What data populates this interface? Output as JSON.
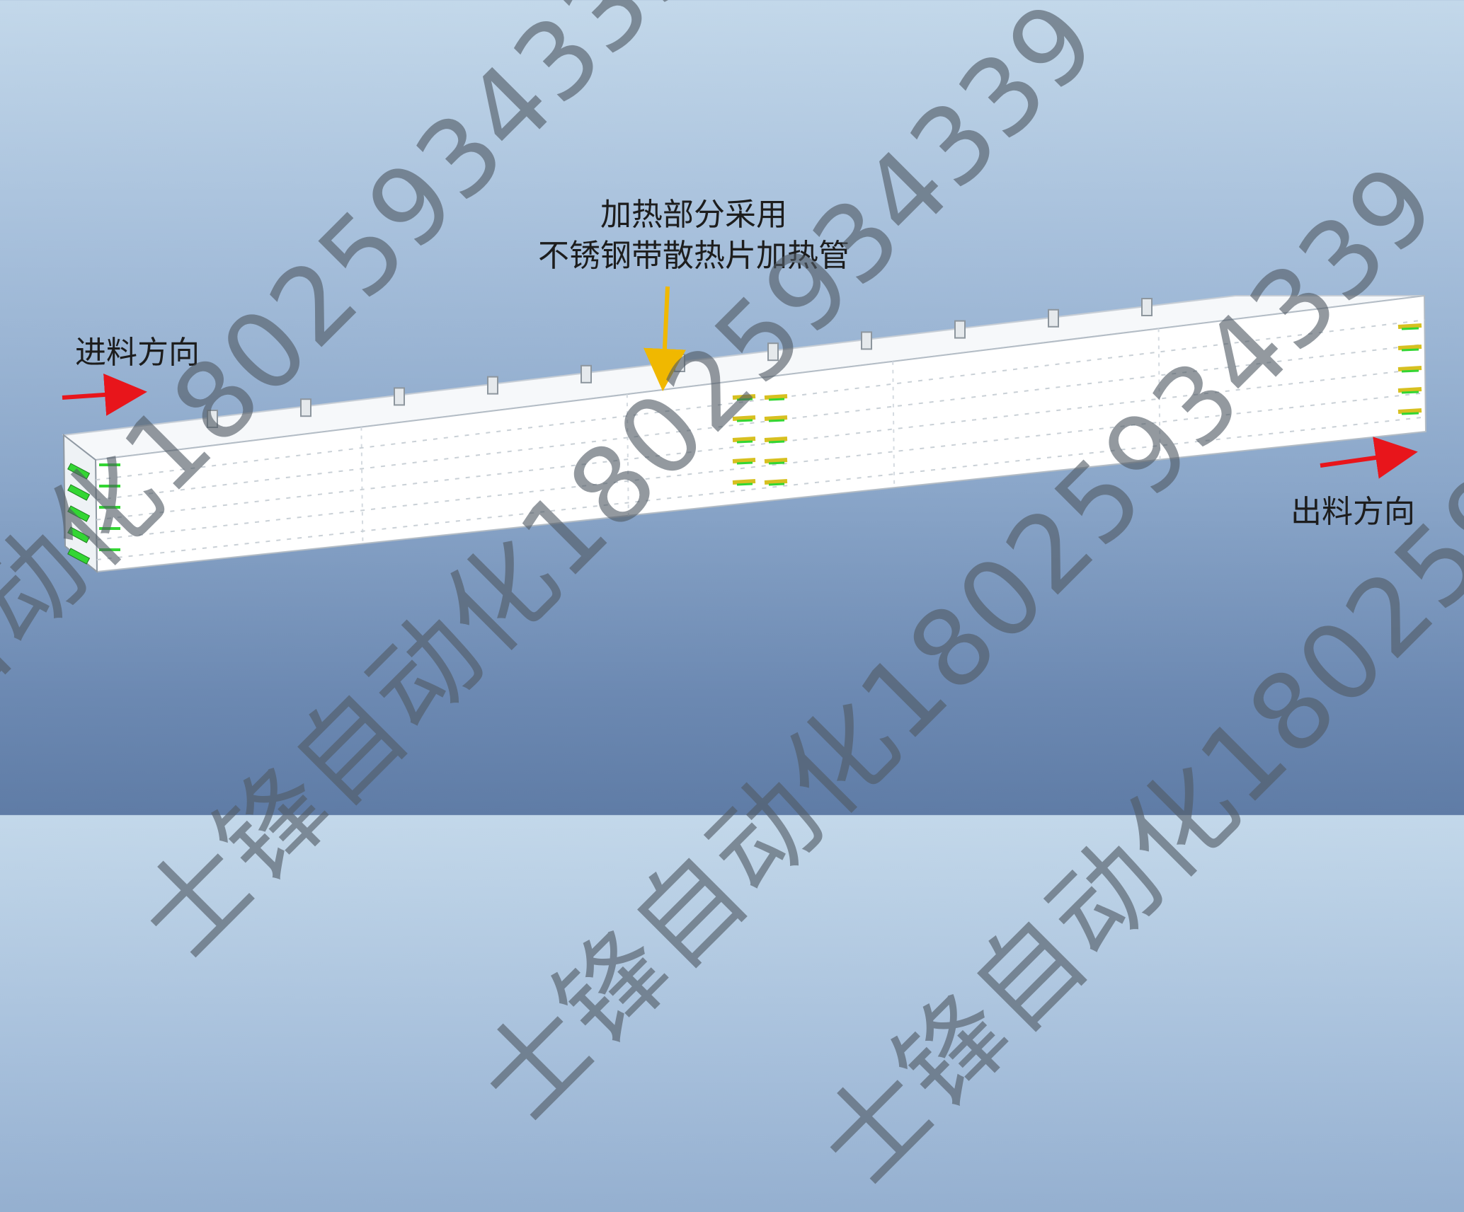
{
  "labels": {
    "inlet": "进料方向",
    "outlet": "出料方向",
    "heater_line1": "加热部分采用",
    "heater_line2": "不锈钢带散热片加热管"
  },
  "watermark": {
    "text": "士锋自动化18025934339"
  },
  "colors": {
    "arrow_red": "#e8151b",
    "arrow_yellow": "#f0b800",
    "heater_green": "#33d633",
    "heater_yellow": "#d7c020",
    "oven_face": "#ffffff",
    "oven_edge": "#9aa4ad"
  },
  "diagram": {
    "oven_sections": 5,
    "tiers": 5
  }
}
